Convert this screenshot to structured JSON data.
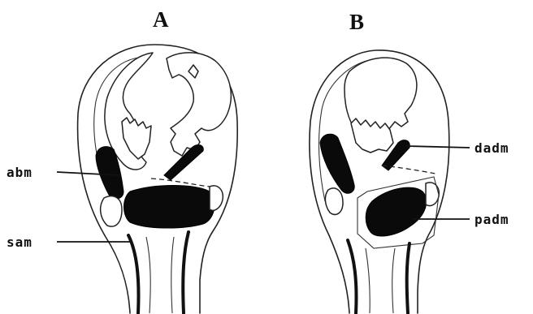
{
  "panels": {
    "a": {
      "label": "A"
    },
    "b": {
      "label": "B"
    }
  },
  "callouts": {
    "abm": "abm",
    "sam": "sam",
    "dadm": "dadm",
    "padm": "padm"
  }
}
